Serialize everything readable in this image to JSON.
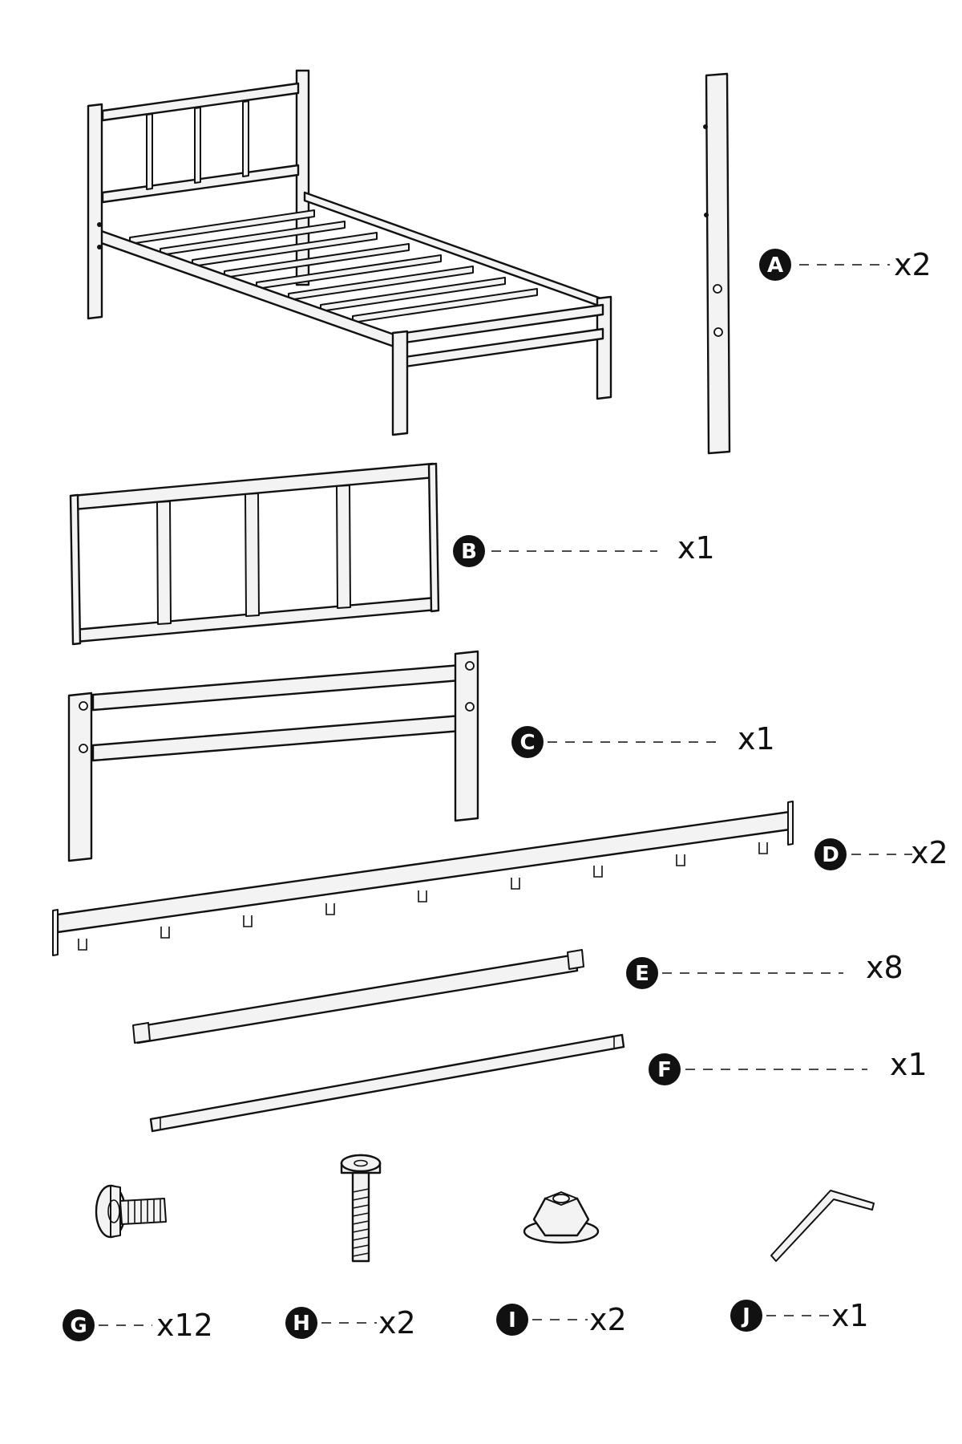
{
  "parts": [
    {
      "id": "A",
      "qty": "x2"
    },
    {
      "id": "B",
      "qty": "x1"
    },
    {
      "id": "C",
      "qty": "x1"
    },
    {
      "id": "D",
      "qty": "x2"
    },
    {
      "id": "E",
      "qty": "x8"
    },
    {
      "id": "F",
      "qty": "x1"
    },
    {
      "id": "G",
      "qty": "x12"
    },
    {
      "id": "H",
      "qty": "x2"
    },
    {
      "id": "I",
      "qty": "x2"
    },
    {
      "id": "J",
      "qty": "x1"
    }
  ],
  "colors": {
    "ink": "#111111",
    "part_fill": "#f3f3f3",
    "background": "#ffffff"
  },
  "icons": {
    "assembled": "assembled-bed-frame-icon",
    "A": "leg-post-icon",
    "B": "headboard-panel-icon",
    "C": "footboard-icon",
    "D": "side-rail-icon",
    "E": "slat-icon",
    "F": "center-support-bar-icon",
    "G": "leveling-foot-bolt-icon",
    "H": "bolt-icon",
    "I": "flange-nut-icon",
    "J": "allen-key-icon"
  }
}
